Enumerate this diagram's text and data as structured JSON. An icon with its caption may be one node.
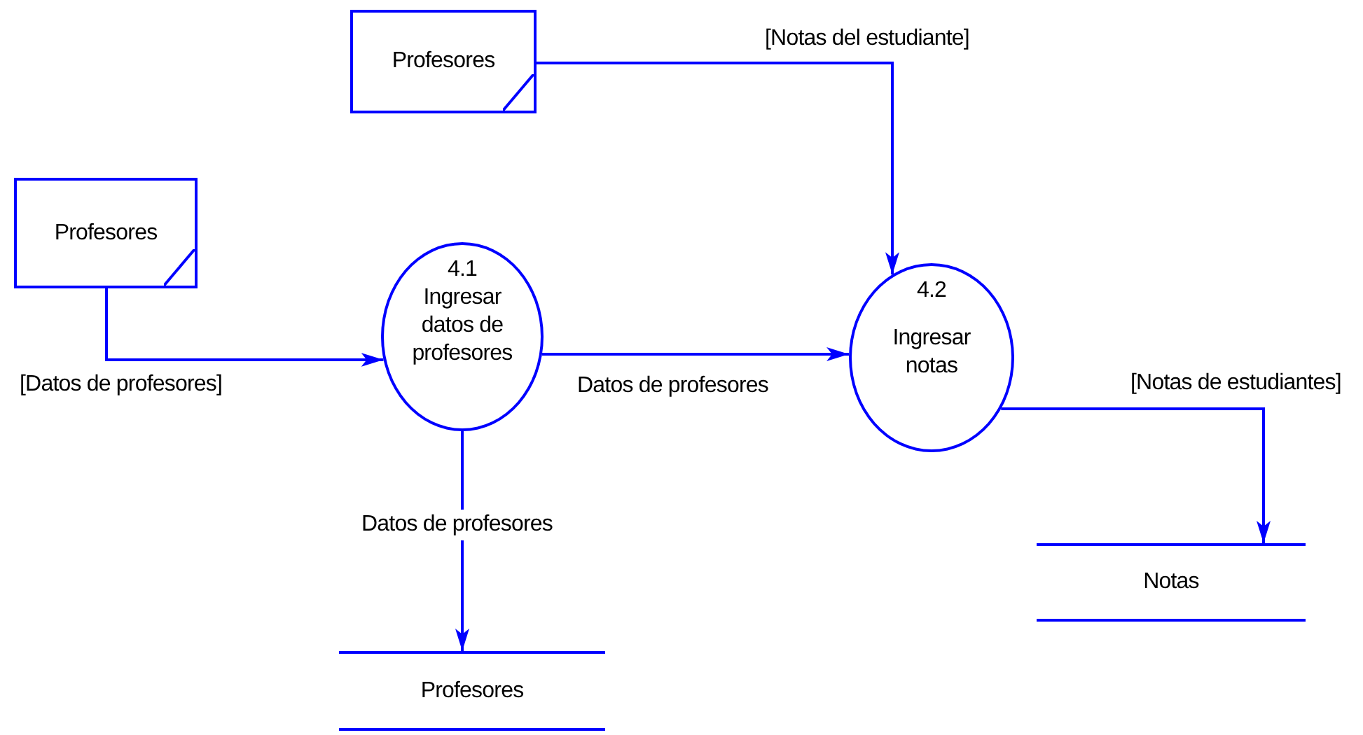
{
  "diagram": {
    "nodes": [
      {
        "text": [
          "Profesores"
        ]
      },
      {
        "text": [
          "Profesores"
        ]
      },
      {
        "text": [
          "4.1",
          "Ingresar datos de profesores"
        ]
      },
      {
        "text": [
          "4.2",
          "Ingresar notas"
        ]
      },
      {
        "text": [
          "Profesores"
        ]
      },
      {
        "text": [
          "Notas"
        ]
      }
    ],
    "edges": [
      {
        "from": 1,
        "to": 2,
        "arrow": "to",
        "label": "[Datos de profesores]"
      },
      {
        "from": 0,
        "to": 3,
        "arrow": "to",
        "label": "[Notas del estudiante]"
      },
      {
        "from": 2,
        "to": 3,
        "arrow": "to",
        "label": "Datos de profesores"
      },
      {
        "from": 2,
        "to": 4,
        "arrow": "to",
        "label": "Datos de profesores"
      },
      {
        "from": 3,
        "to": 5,
        "arrow": "to",
        "label": "[Notas de estudiantes]"
      }
    ]
  }
}
